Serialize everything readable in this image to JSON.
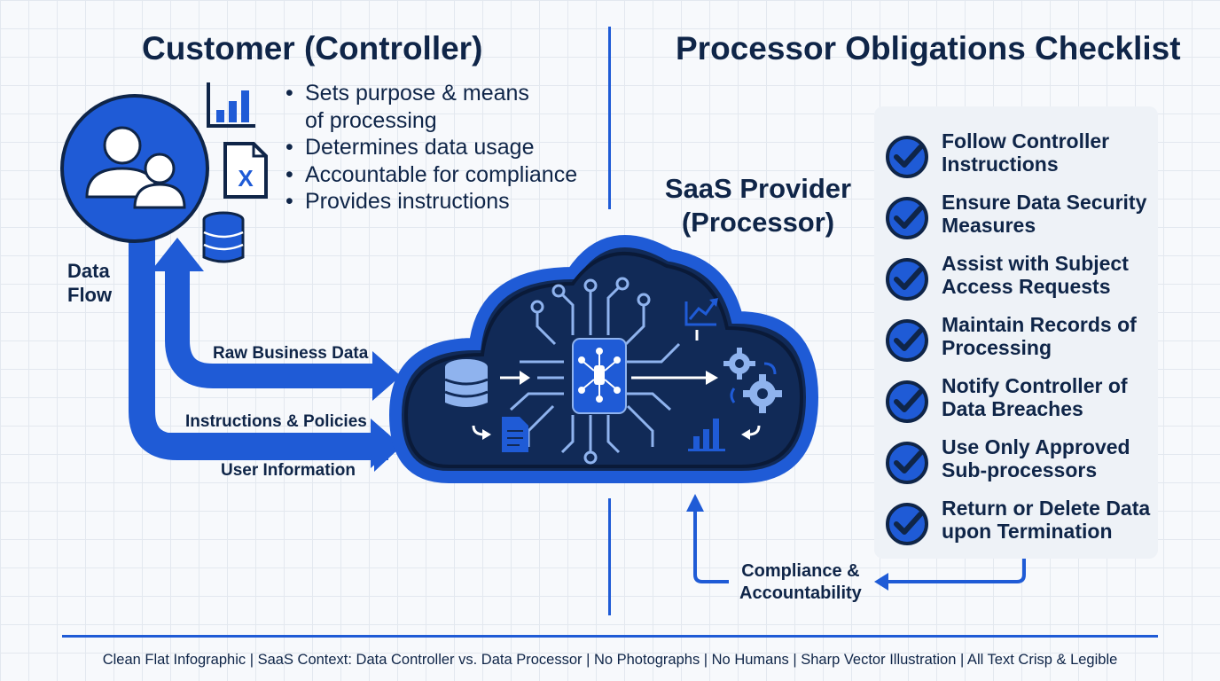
{
  "left_title": "Customer (Controller)",
  "right_title": "Processor Obligations Checklist",
  "controller_bullets": [
    "Sets purpose & means",
    "of processing",
    "Determines data usage",
    "Accountable for compliance",
    "Provides instructions"
  ],
  "data_flow_label": [
    "Data",
    "Flow"
  ],
  "flow_labels": {
    "raw_business_data": "Raw Business Data",
    "instructions_policies": "Instructions & Policies",
    "user_information": "User Information"
  },
  "processor_title": [
    "SaaS Provider",
    "(Processor)"
  ],
  "checklist": [
    [
      "Follow Controller",
      "Instructions"
    ],
    [
      "Ensure Data Security",
      "Measures"
    ],
    [
      "Assist with Subject",
      "Access Requests"
    ],
    [
      "Maintain Records of",
      "Processing"
    ],
    [
      "Notify Controller of",
      "Data Breaches"
    ],
    [
      "Use Only Approved",
      "Sub-processors"
    ],
    [
      "Return or Delete Data",
      "upon Termination"
    ]
  ],
  "compliance_label": [
    "Compliance &",
    "Accountability"
  ],
  "footer": "Clean Flat Infographic | SaaS Context: Data Controller vs. Data Processor | No Photographs | No Humans | Sharp Vector Illustration | All Text Crisp & Legible",
  "excel_icon_letter": "X",
  "icons": [
    "users-icon",
    "bar-chart-icon",
    "excel-file-icon",
    "database-icon",
    "cloud-icon",
    "chip-icon",
    "gear-icon",
    "document-icon",
    "trend-chart-icon",
    "check-icon"
  ],
  "colors": {
    "navy": "#0f2548",
    "accent_blue": "#1f5bd6",
    "cloud_fill": "#112a57",
    "light_blue": "#8fb3ee"
  }
}
